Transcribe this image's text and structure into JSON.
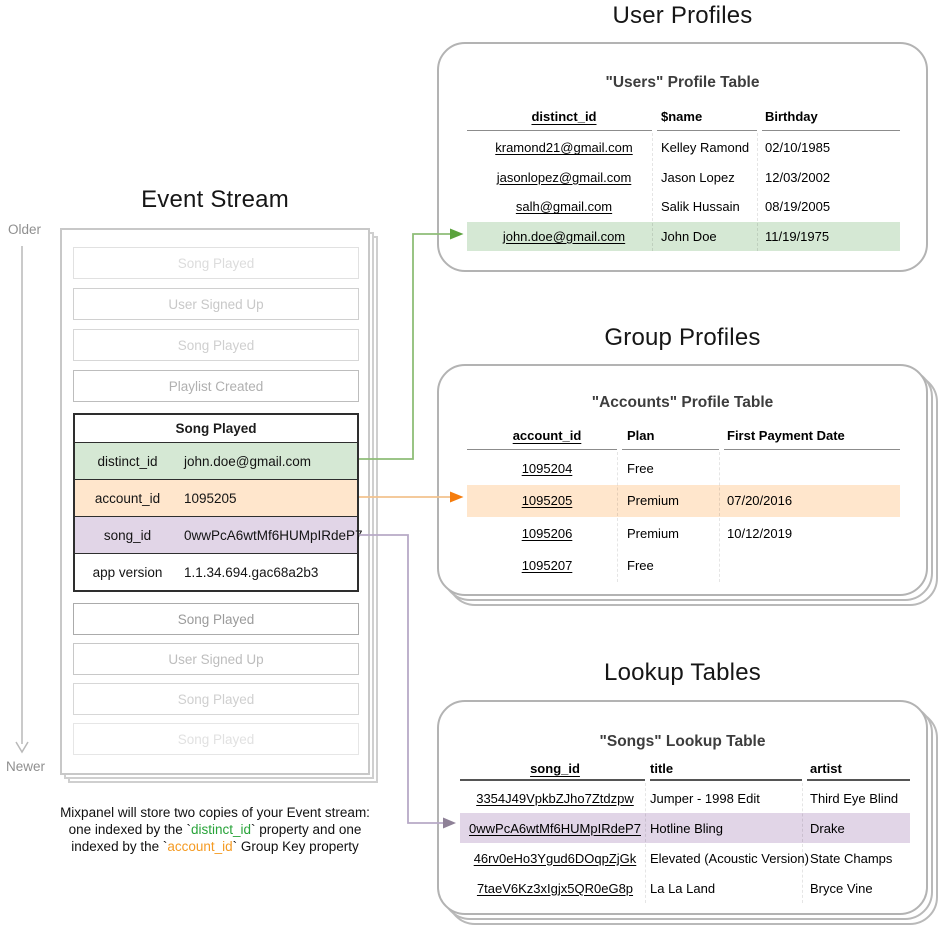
{
  "titles": {
    "event_stream": "Event Stream",
    "user_profiles": "User Profiles",
    "group_profiles": "Group Profiles",
    "lookup_tables": "Lookup Tables"
  },
  "timeline": {
    "older": "Older",
    "newer": "Newer"
  },
  "event_stream": {
    "items_before": [
      {
        "label": "Song Played",
        "fade": 0.33
      },
      {
        "label": "User Signed Up",
        "fade": 0.52
      },
      {
        "label": "Song Played",
        "fade": 0.45
      },
      {
        "label": "Playlist Created",
        "fade": 0.75
      }
    ],
    "expanded": {
      "header": "Song Played",
      "properties": [
        {
          "key": "distinct_id",
          "value": "john.doe@gmail.com",
          "highlight": "green_fill"
        },
        {
          "key": "account_id",
          "value": "1095205",
          "highlight": "orange_fill"
        },
        {
          "key": "song_id",
          "value": "0wwPcA6wtMf6HUMpIRdeP7",
          "highlight": "purple_fill"
        },
        {
          "key": "app version",
          "value": "1.1.34.694.gac68a2b3",
          "highlight": null
        }
      ]
    },
    "items_after": [
      {
        "label": "Song Played",
        "fade": 0.95
      },
      {
        "label": "User Signed Up",
        "fade": 0.62
      },
      {
        "label": "Song Played",
        "fade": 0.45
      },
      {
        "label": "Song Played",
        "fade": 0.28
      }
    ]
  },
  "cards": {
    "users": {
      "title": "\"Users\" Profile Table",
      "columns": [
        "distinct_id",
        "$name",
        "Birthday"
      ],
      "rows": [
        [
          "kramond21@gmail.com",
          "Kelley Ramond",
          "02/10/1985"
        ],
        [
          "jasonlopez@gmail.com",
          "Jason Lopez",
          "12/03/2002"
        ],
        [
          "salh@gmail.com",
          "Salik Hussain",
          "08/19/2005"
        ],
        [
          "john.doe@gmail.com",
          "John Doe",
          "11/19/1975"
        ]
      ],
      "highlight_row": 3,
      "highlight_color": "green_fill"
    },
    "accounts": {
      "title": "\"Accounts\" Profile Table",
      "columns": [
        "account_id",
        "Plan",
        "First Payment Date"
      ],
      "rows": [
        [
          "1095204",
          "Free",
          ""
        ],
        [
          "1095205",
          "Premium",
          "07/20/2016"
        ],
        [
          "1095206",
          "Premium",
          "10/12/2019"
        ],
        [
          "1095207",
          "Free",
          ""
        ]
      ],
      "highlight_row": 1,
      "highlight_color": "orange_fill"
    },
    "songs": {
      "title": "\"Songs\" Lookup Table",
      "columns": [
        "song_id",
        "title",
        "artist"
      ],
      "rows": [
        [
          "3354J49VpkbZJho7Ztdzpw",
          "Jumper - 1998 Edit",
          "Third Eye Blind"
        ],
        [
          "0wwPcA6wtMf6HUMpIRdeP7",
          "Hotline Bling",
          "Drake"
        ],
        [
          "46rv0eHo3Ygud6DOqpZjGk",
          "Elevated (Acoustic Version)",
          "State Champs"
        ],
        [
          "7taeV6Kz3xIgjx5QR0eG8p",
          "La La Land",
          "Bryce Vine"
        ]
      ],
      "highlight_row": 1,
      "highlight_color": "purple_fill"
    }
  },
  "caption": {
    "lines": [
      {
        "segments": [
          {
            "text": "Mixpanel will store two copies of your Event stream:"
          }
        ]
      },
      {
        "segments": [
          {
            "text": "one indexed by the `"
          },
          {
            "text": "distinct_id",
            "color": "caption_green"
          },
          {
            "text": "` property and one"
          }
        ]
      },
      {
        "segments": [
          {
            "text": "indexed by the `"
          },
          {
            "text": "account_id",
            "color": "caption_orange"
          },
          {
            "text": "` Group Key property"
          }
        ]
      }
    ]
  },
  "colors": {
    "green_fill": "#d5e8d4",
    "orange_fill": "#ffe6cc",
    "purple_fill": "#e1d5e7",
    "green_arrow_line": "#8ebd77",
    "green_arrow_head": "#5ba23d",
    "orange_arrow_line": "#f2c38e",
    "orange_arrow_head": "#f57c0c",
    "purple_arrow_line": "#b7a9c6",
    "purple_arrow_head": "#8e8197",
    "timeline_gray": "#b9b9b9",
    "caption_green": "#28a339",
    "caption_orange": "#f59b23"
  }
}
